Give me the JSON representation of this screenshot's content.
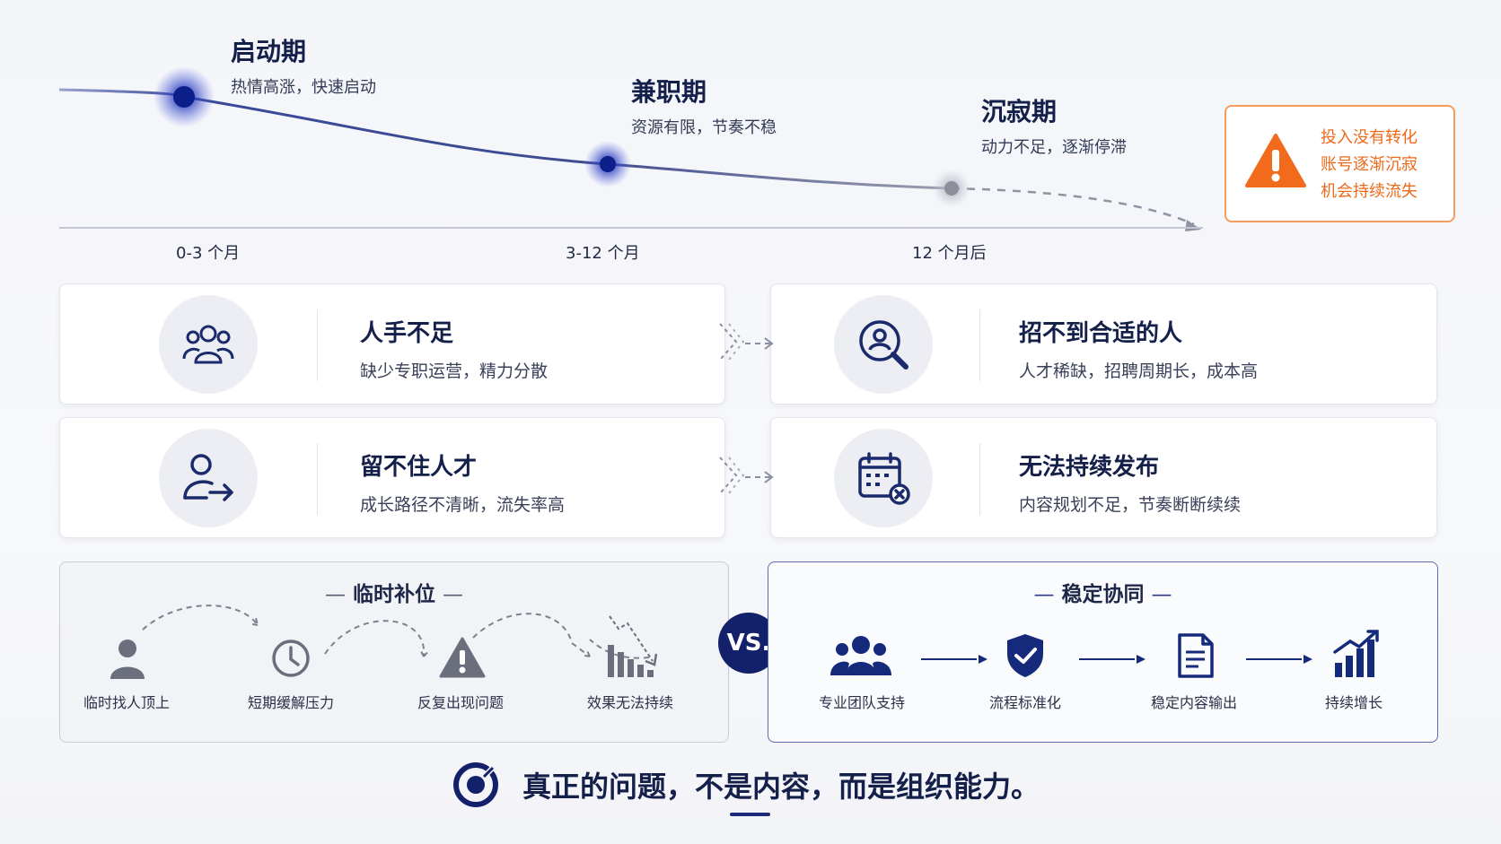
{
  "timeline": {
    "stages": [
      {
        "title": "启动期",
        "subtitle": "热情高涨，快速启动"
      },
      {
        "title": "兼职期",
        "subtitle": "资源有限，节奏不稳"
      },
      {
        "title": "沉寂期",
        "subtitle": "动力不足，逐渐停滞"
      }
    ],
    "ticks": [
      "0-3 个月",
      "3-12 个月",
      "12 个月后"
    ],
    "warning": {
      "lines": [
        "投入没有转化",
        "账号逐渐沉寂",
        "机会持续流失"
      ],
      "icon": "warning-triangle-icon",
      "color": "#f26b1d"
    }
  },
  "problems": [
    {
      "title": "人手不足",
      "subtitle": "缺少专职运营，精力分散",
      "icon": "people-group-icon"
    },
    {
      "title": "招不到合适的人",
      "subtitle": "人才稀缺，招聘周期长，成本高",
      "icon": "user-search-icon"
    },
    {
      "title": "留不住人才",
      "subtitle": "成长路径不清晰，流失率高",
      "icon": "user-leave-icon"
    },
    {
      "title": "无法持续发布",
      "subtitle": "内容规划不足，节奏断断续续",
      "icon": "calendar-cancel-icon"
    }
  ],
  "compare": {
    "left": {
      "title": "临时补位",
      "steps": [
        {
          "label": "临时找人顶上",
          "icon": "person-icon"
        },
        {
          "label": "短期缓解压力",
          "icon": "clock-icon"
        },
        {
          "label": "反复出现问题",
          "icon": "warning-icon"
        },
        {
          "label": "效果无法持续",
          "icon": "declining-chart-icon"
        }
      ]
    },
    "vs": "VS.",
    "right": {
      "title": "稳定协同",
      "steps": [
        {
          "label": "专业团队支持",
          "icon": "team-icon"
        },
        {
          "label": "流程标准化",
          "icon": "shield-check-icon"
        },
        {
          "label": "稳定内容输出",
          "icon": "document-icon"
        },
        {
          "label": "持续增长",
          "icon": "growth-chart-icon"
        }
      ]
    }
  },
  "conclusion": "真正的问题，不是内容，而是组织能力。",
  "colors": {
    "navy": "#13206a",
    "orange": "#f26b1d",
    "text": "#14204a"
  }
}
